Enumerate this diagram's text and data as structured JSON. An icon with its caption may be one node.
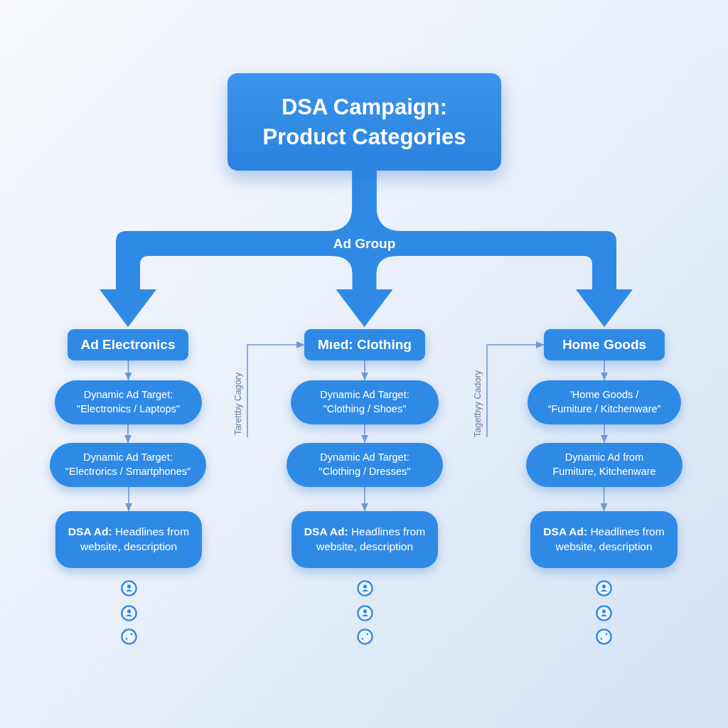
{
  "diagram": {
    "nodes": [
      {
        "text": [
          "DSA Campaign: Product Categories"
        ]
      },
      {
        "text": [
          "Ad Electronics"
        ]
      },
      {
        "text": [
          "Dynamic Ad Target: \"Electronics / Laptops\""
        ]
      },
      {
        "text": [
          "Dynamic Ad Target: \"Electrorics / Smartphones\""
        ]
      },
      {
        "text": [
          "**DSA Ad:** Headlines from website, description"
        ]
      },
      {
        "text": [
          "Mıed: Clothing"
        ]
      },
      {
        "text": [
          "Dynamic Ad Target: \"Clothing / Shoes\""
        ]
      },
      {
        "text": [
          "Dynamic Ad Target: \"Clothing / Dresses\""
        ]
      },
      {
        "text": [
          "**DSA Ad:** Headlines from website, description"
        ]
      },
      {
        "text": [
          "Home Goods"
        ]
      },
      {
        "text": [
          "’Home Goods / “Fumiture / Kitchenware”"
        ]
      },
      {
        "text": [
          "Dynamic Ad from Fumiture, Kitchenware"
        ]
      },
      {
        "text": [
          "**DSA Ad:** Headlines from website, description"
        ]
      }
    ],
    "edges": [
      {
        "from": 0,
        "to": 1,
        "arrow": "to",
        "style": "thick",
        "color": "#2f8ae6"
      },
      {
        "from": 0,
        "to": 5,
        "arrow": "to",
        "style": "thick",
        "color": "#2f8ae6",
        "label": "Ad Group"
      },
      {
        "from": 0,
        "to": 9,
        "arrow": "to",
        "style": "thick",
        "color": "#2f8ae6"
      },
      {
        "from": 1,
        "to": 2,
        "arrow": "to"
      },
      {
        "from": 2,
        "to": 3,
        "arrow": "to"
      },
      {
        "from": 3,
        "to": 4,
        "arrow": "to"
      },
      {
        "from": 5,
        "to": 6,
        "arrow": "to"
      },
      {
        "from": 6,
        "to": 7,
        "arrow": "to"
      },
      {
        "from": 7,
        "to": 8,
        "arrow": "to"
      },
      {
        "from": 9,
        "to": 10,
        "arrow": "to"
      },
      {
        "from": 10,
        "to": 11,
        "arrow": "to"
      },
      {
        "from": 11,
        "to": 12,
        "arrow": "to"
      },
      {
        "from": null,
        "to": 5,
        "arrow": "to",
        "label": "Tarettby Cagory"
      },
      {
        "from": null,
        "to": 9,
        "arrow": "to",
        "label": "Tagetbyy Cadory"
      }
    ]
  }
}
